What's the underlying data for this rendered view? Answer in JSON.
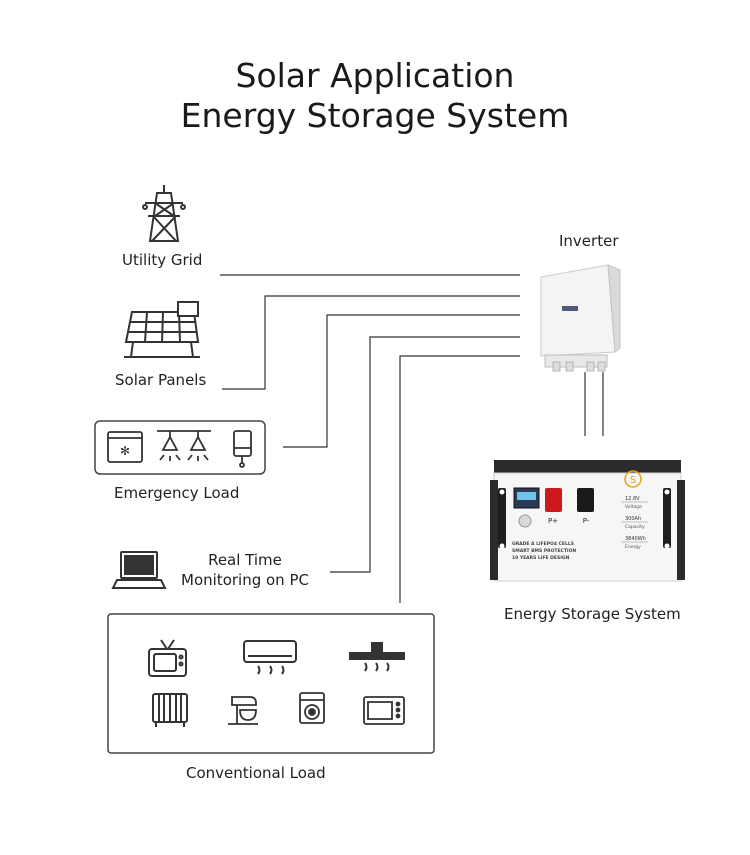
{
  "title": {
    "line1": "Solar Application",
    "line2": "Energy Storage System"
  },
  "labels": {
    "utility_grid": "Utility Grid",
    "solar_panels": "Solar Panels",
    "emergency_load": "Emergency Load",
    "monitoring_line1": "Real Time",
    "monitoring_line2": "Monitoring on PC",
    "conventional_load": "Conventional Load",
    "inverter": "Inverter",
    "energy_storage": "Energy Storage System"
  },
  "battery": {
    "terminal_pos": "P+",
    "terminal_neg": "P-",
    "spec_voltage_value": "12.8V",
    "spec_voltage_label": "Voltage",
    "spec_capacity_value": "300Ah",
    "spec_capacity_label": "Capacity",
    "spec_energy_value": "3840Wh",
    "spec_energy_label": "Energy",
    "text_line1": "GRADE A LIFEPO4 CELLS",
    "text_line2": "SMART BMS PROTECTION",
    "text_line3": "10 YEARS LIFE DESIGN"
  },
  "icons": {
    "utility_grid": "transmission-tower-icon",
    "solar_panels": "solar-panel-icon",
    "emergency_load": [
      "fridge-icon",
      "ceiling-lamp-icon",
      "ceiling-lamp-icon",
      "water-heater-icon"
    ],
    "monitoring": "laptop-icon",
    "conventional_load": [
      "tv-icon",
      "air-conditioner-icon",
      "range-hood-icon",
      "radiator-heater-icon",
      "stand-mixer-icon",
      "washing-machine-icon",
      "microwave-oven-icon"
    ]
  },
  "colors": {
    "line": "#333333",
    "terminal_positive": "#d0191f",
    "terminal_negative": "#1a1a1a",
    "battery_frame": "#2b2b2b",
    "logo": "#e6a21a"
  }
}
